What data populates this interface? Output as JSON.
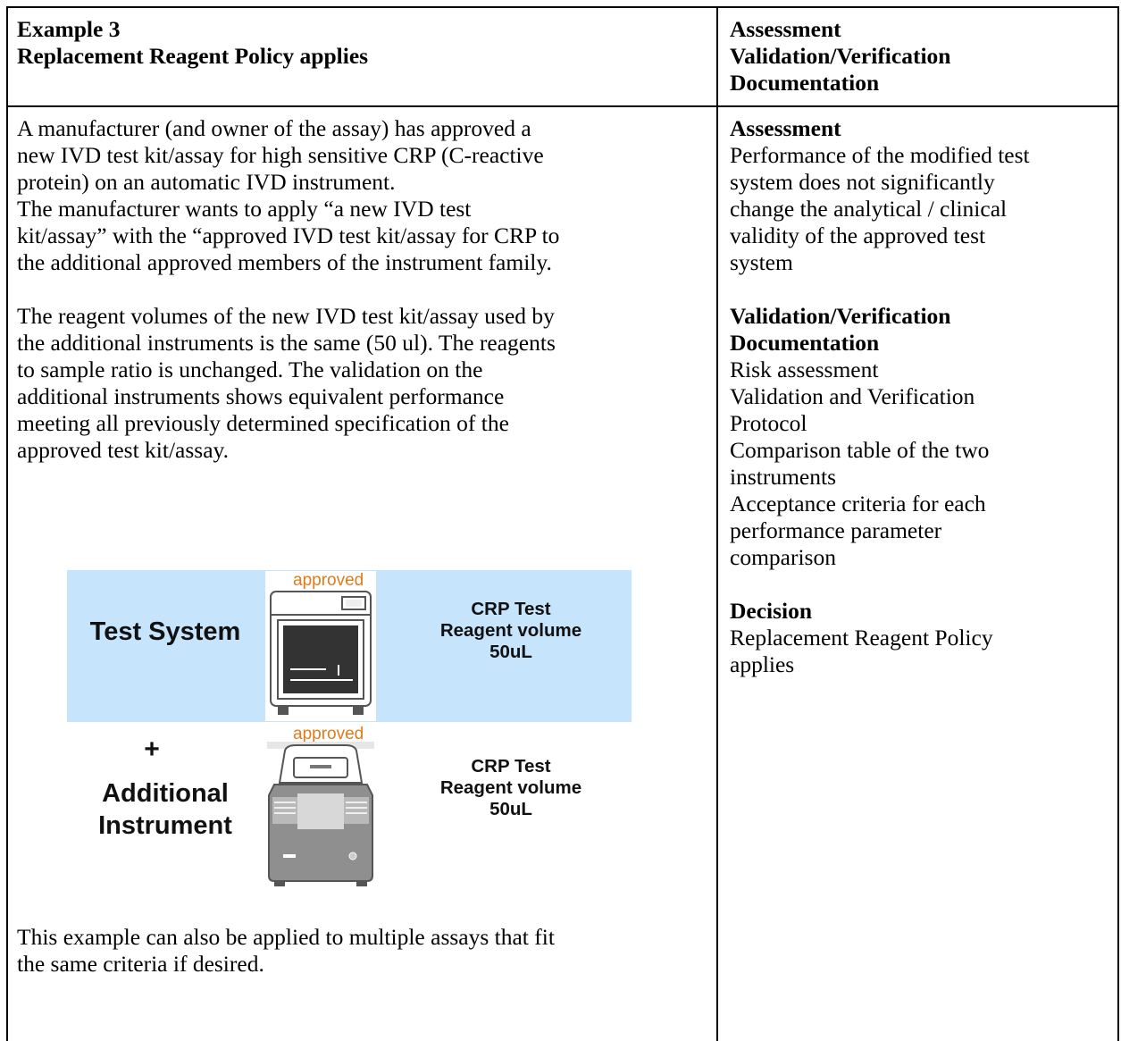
{
  "header": {
    "left_line1": "Example 3",
    "left_line2": "Replacement Reagent Policy applies",
    "right_line1": "Assessment",
    "right_line2": "Validation/Verification",
    "right_line3": "Documentation"
  },
  "left": {
    "para1": [
      "A manufacturer (and owner of the assay) has approved a",
      "new IVD test kit/assay for high sensitive CRP (C-reactive",
      "protein) on an automatic IVD instrument.",
      "The manufacturer wants to apply “a new IVD test",
      "kit/assay” with the “approved IVD test kit/assay for CRP to",
      "the additional approved members of the instrument family."
    ],
    "para2": [
      "The reagent volumes of the new IVD test kit/assay used by",
      "the additional instruments is the same (50 ul). The reagents",
      "to sample ratio is unchanged. The validation on the",
      "additional instruments shows equivalent performance",
      "meeting all previously determined specification of the",
      "approved test kit/assay."
    ],
    "para3": [
      "This example can also be applied to multiple assays that fit",
      "the same criteria if desired."
    ]
  },
  "figure": {
    "test_system_label": "Test System",
    "approved_1": "approved",
    "crp_1_line1": "CRP Test",
    "crp_1_line2": "Reagent volume",
    "crp_1_line3": "50uL",
    "plus": "+",
    "additional_line1": "Additional",
    "additional_line2": "Instrument",
    "approved_2": "approved",
    "crp_2_line1": "CRP Test",
    "crp_2_line2": "Reagent volume",
    "crp_2_line3": "50uL",
    "panel_color": "#c6e4fb",
    "approved_color": "#e07b1c"
  },
  "right": {
    "assessment_heading": "Assessment",
    "assessment_lines": [
      "Performance of the modified test",
      "system does not significantly",
      "change the analytical / clinical",
      "validity of the approved test",
      "system"
    ],
    "vvd_heading_line1": "Validation/Verification",
    "vvd_heading_line2": "Documentation",
    "vvd_lines": [
      "Risk assessment",
      "Validation and Verification",
      "Protocol",
      "Comparison table of the two",
      "instruments",
      "Acceptance criteria for each",
      "performance parameter",
      "comparison"
    ],
    "decision_heading": "Decision",
    "decision_lines": [
      "Replacement Reagent Policy",
      "applies"
    ]
  }
}
